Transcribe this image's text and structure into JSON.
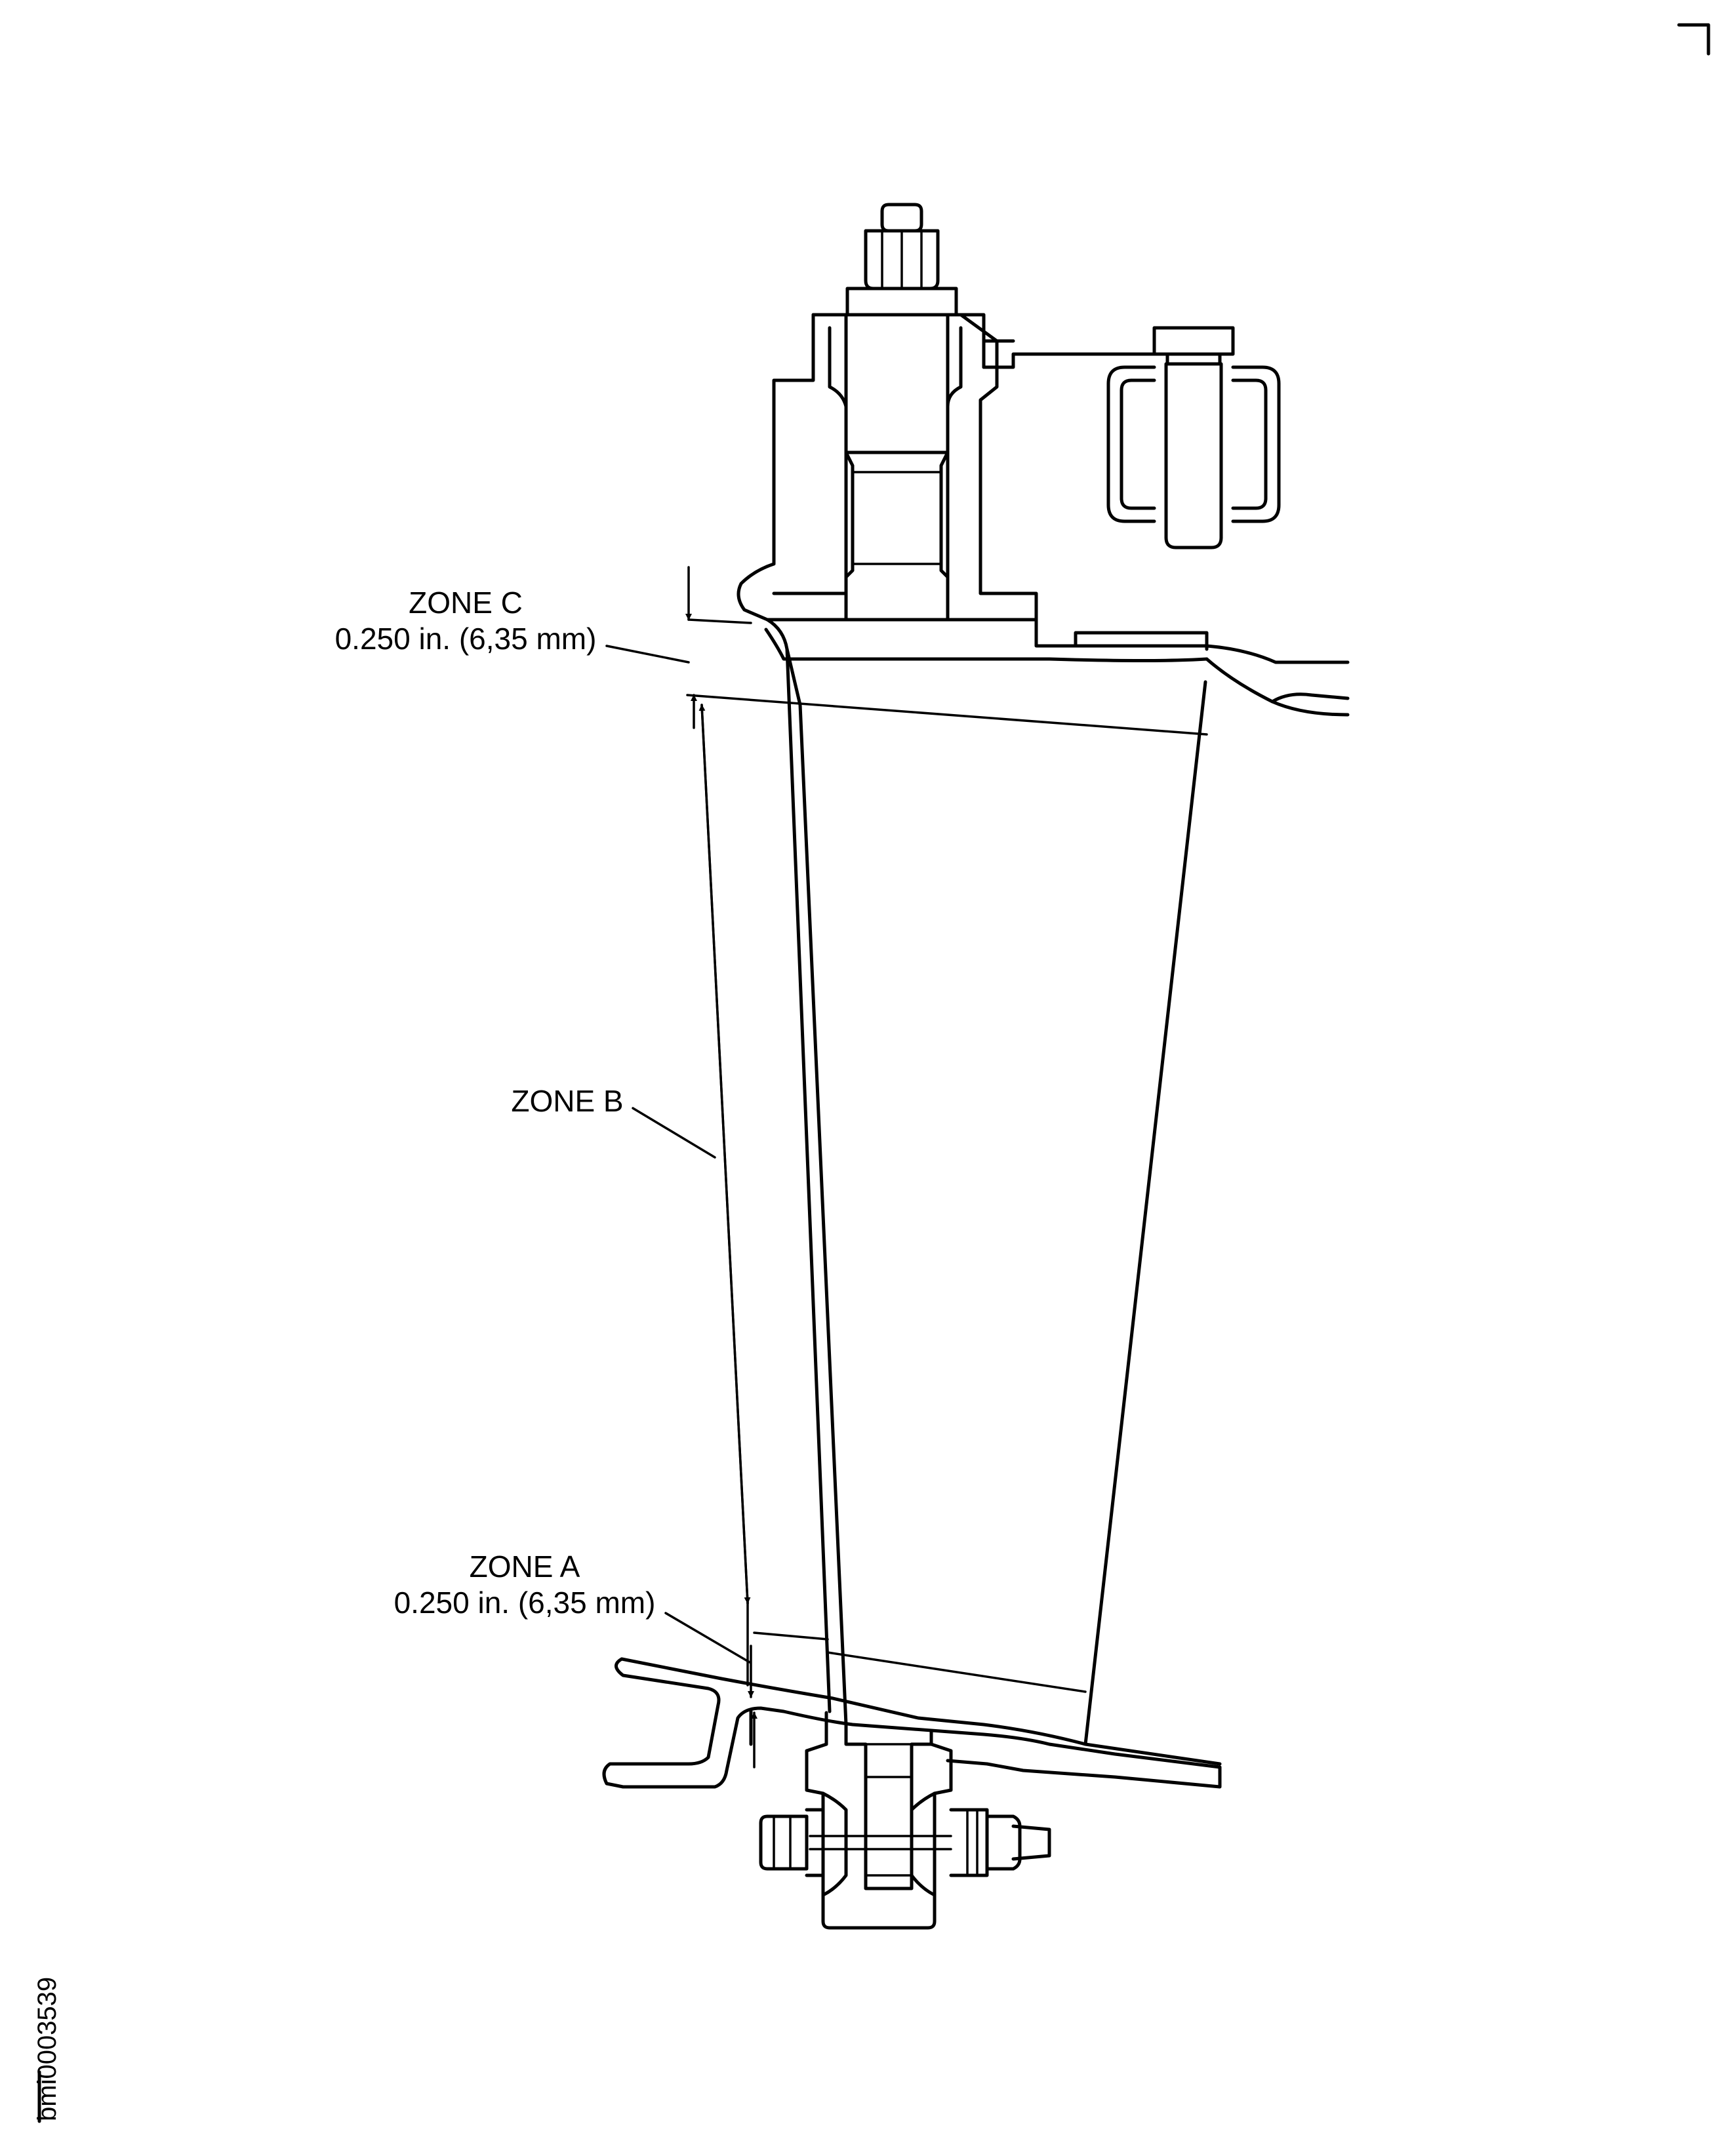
{
  "labels": {
    "zone_c": "ZONE C",
    "zone_c_dim": "0.250 in. (6,35 mm)",
    "zone_b": "ZONE B",
    "zone_a": "ZONE A",
    "zone_a_dim": "0.250 in. (6,35 mm)"
  },
  "figure_id": "bmi0003539"
}
